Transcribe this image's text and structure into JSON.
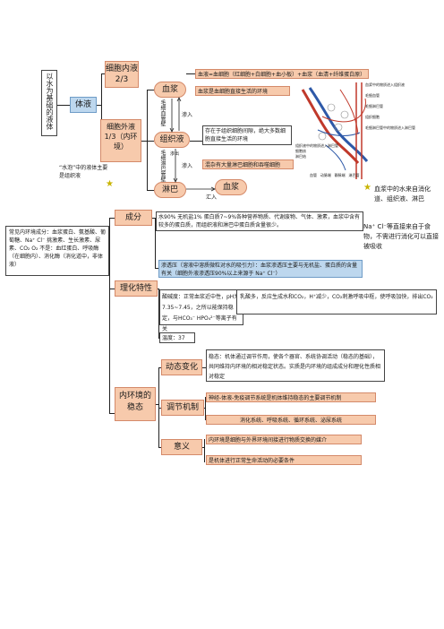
{
  "root": {
    "label": "以水为基础的液体"
  },
  "body_fluid": "体液",
  "intracellular": {
    "label": "细胞内液",
    "ratio": "2/3"
  },
  "extracellular": {
    "label": "细胞外液 1/3（内环境）"
  },
  "plasma": "血浆",
  "tissue_fluid": "组织液",
  "lymph": "淋巴",
  "plasma2": "血浆",
  "capillary_wall": "毛细血管壁",
  "lymph_wall": "毛细淋巴管壁",
  "seep_in_1": "渗入",
  "seep_out": "渗出",
  "seep_in_2": "渗入",
  "flow_in": "汇入",
  "blood_desc": "血液=血细胞（红细胞+白细胞+血小板）+血浆（血清+纤维蛋白原）",
  "plasma_env": "血浆是血细胞直接生活的环境",
  "tissue_env": "存在于组织细胞间隙，绝大多数细胞直接生活的环境",
  "lymph_env": "混杂有大量淋巴细胞和吞噬细胞",
  "water_note": "“水泡”中的液体主要是组织液",
  "diagram": {
    "labels": [
      "血浆中的物质进入组织液",
      "毛细血管",
      "毛细淋巴管",
      "组织细胞",
      "毛细淋巴管中的物质进入淋巴管",
      "组织液中的物质进入淋巴管",
      "细胞核",
      "淋巴结",
      "血管",
      "动脉端",
      "静脉端",
      "淋巴管"
    ]
  },
  "right_note": "血浆中的水来自消化道、组织液、淋巴",
  "composition": {
    "title": "成分",
    "box1": "水90%  无机盐1%  蛋白质7~9%各种营养物质、代谢废物、气体、激素，血浆中含有较多的蛋白质，而组织液和淋巴中蛋白质含量很少。",
    "box1_tail": "Na⁺ Cl⁻等直接来自于食物，不需进行消化可以直接被吸收",
    "box2": "渗透压（溶液中溶质微粒对水的吸引力）：血浆渗透压主要与无机盐、蛋白质的含量有关（细胞外液渗透压90%以上来源于 Na⁺ Cl⁻）",
    "left_note": "常见内环境成分：血浆蛋白、氨基酸、葡萄糖、Na⁺ Cl⁻ 挑激素、生长激素、尿素、CO₂  O₂ 不是：血红蛋白、呼吸酶（在细胞内）、消化酶（消化道中，非体液）"
  },
  "physchem": {
    "title": "理化特性",
    "ph": "酸碱度：正常血浆近中性，pH为7.35~7.45，之所以能保持稳定，与HCO₃⁻ HPO₄²⁻等离子有关",
    "buffer": "乳酸多，反应生成水和CO₂，H⁺减少，CO₂刺激呼吸中枢，使呼吸加快，排出CO₂",
    "temp": "温度：37"
  },
  "homeostasis": {
    "title": "内环境的稳态",
    "dynamic": {
      "label": "动态变化",
      "text": "稳态：机体通过调节作用，使各个器官、系统协调活动（稳态的基础），共同维持内环境的相对稳定状态。实质是内环境的组成成分和理化性质相对稳定"
    },
    "regulation": {
      "label": "调节机制",
      "text1": "神经-体液-免疫调节系统是机体维持稳态的主要调节机制",
      "text2": "消化系统、呼吸系统、循环系统、泌尿系统"
    },
    "meaning": {
      "label": "意义",
      "text1": "内环境是细胞与外界环境间接进行物质交换的媒介",
      "text2": "是机体进行正常生命活动的必要条件"
    }
  }
}
